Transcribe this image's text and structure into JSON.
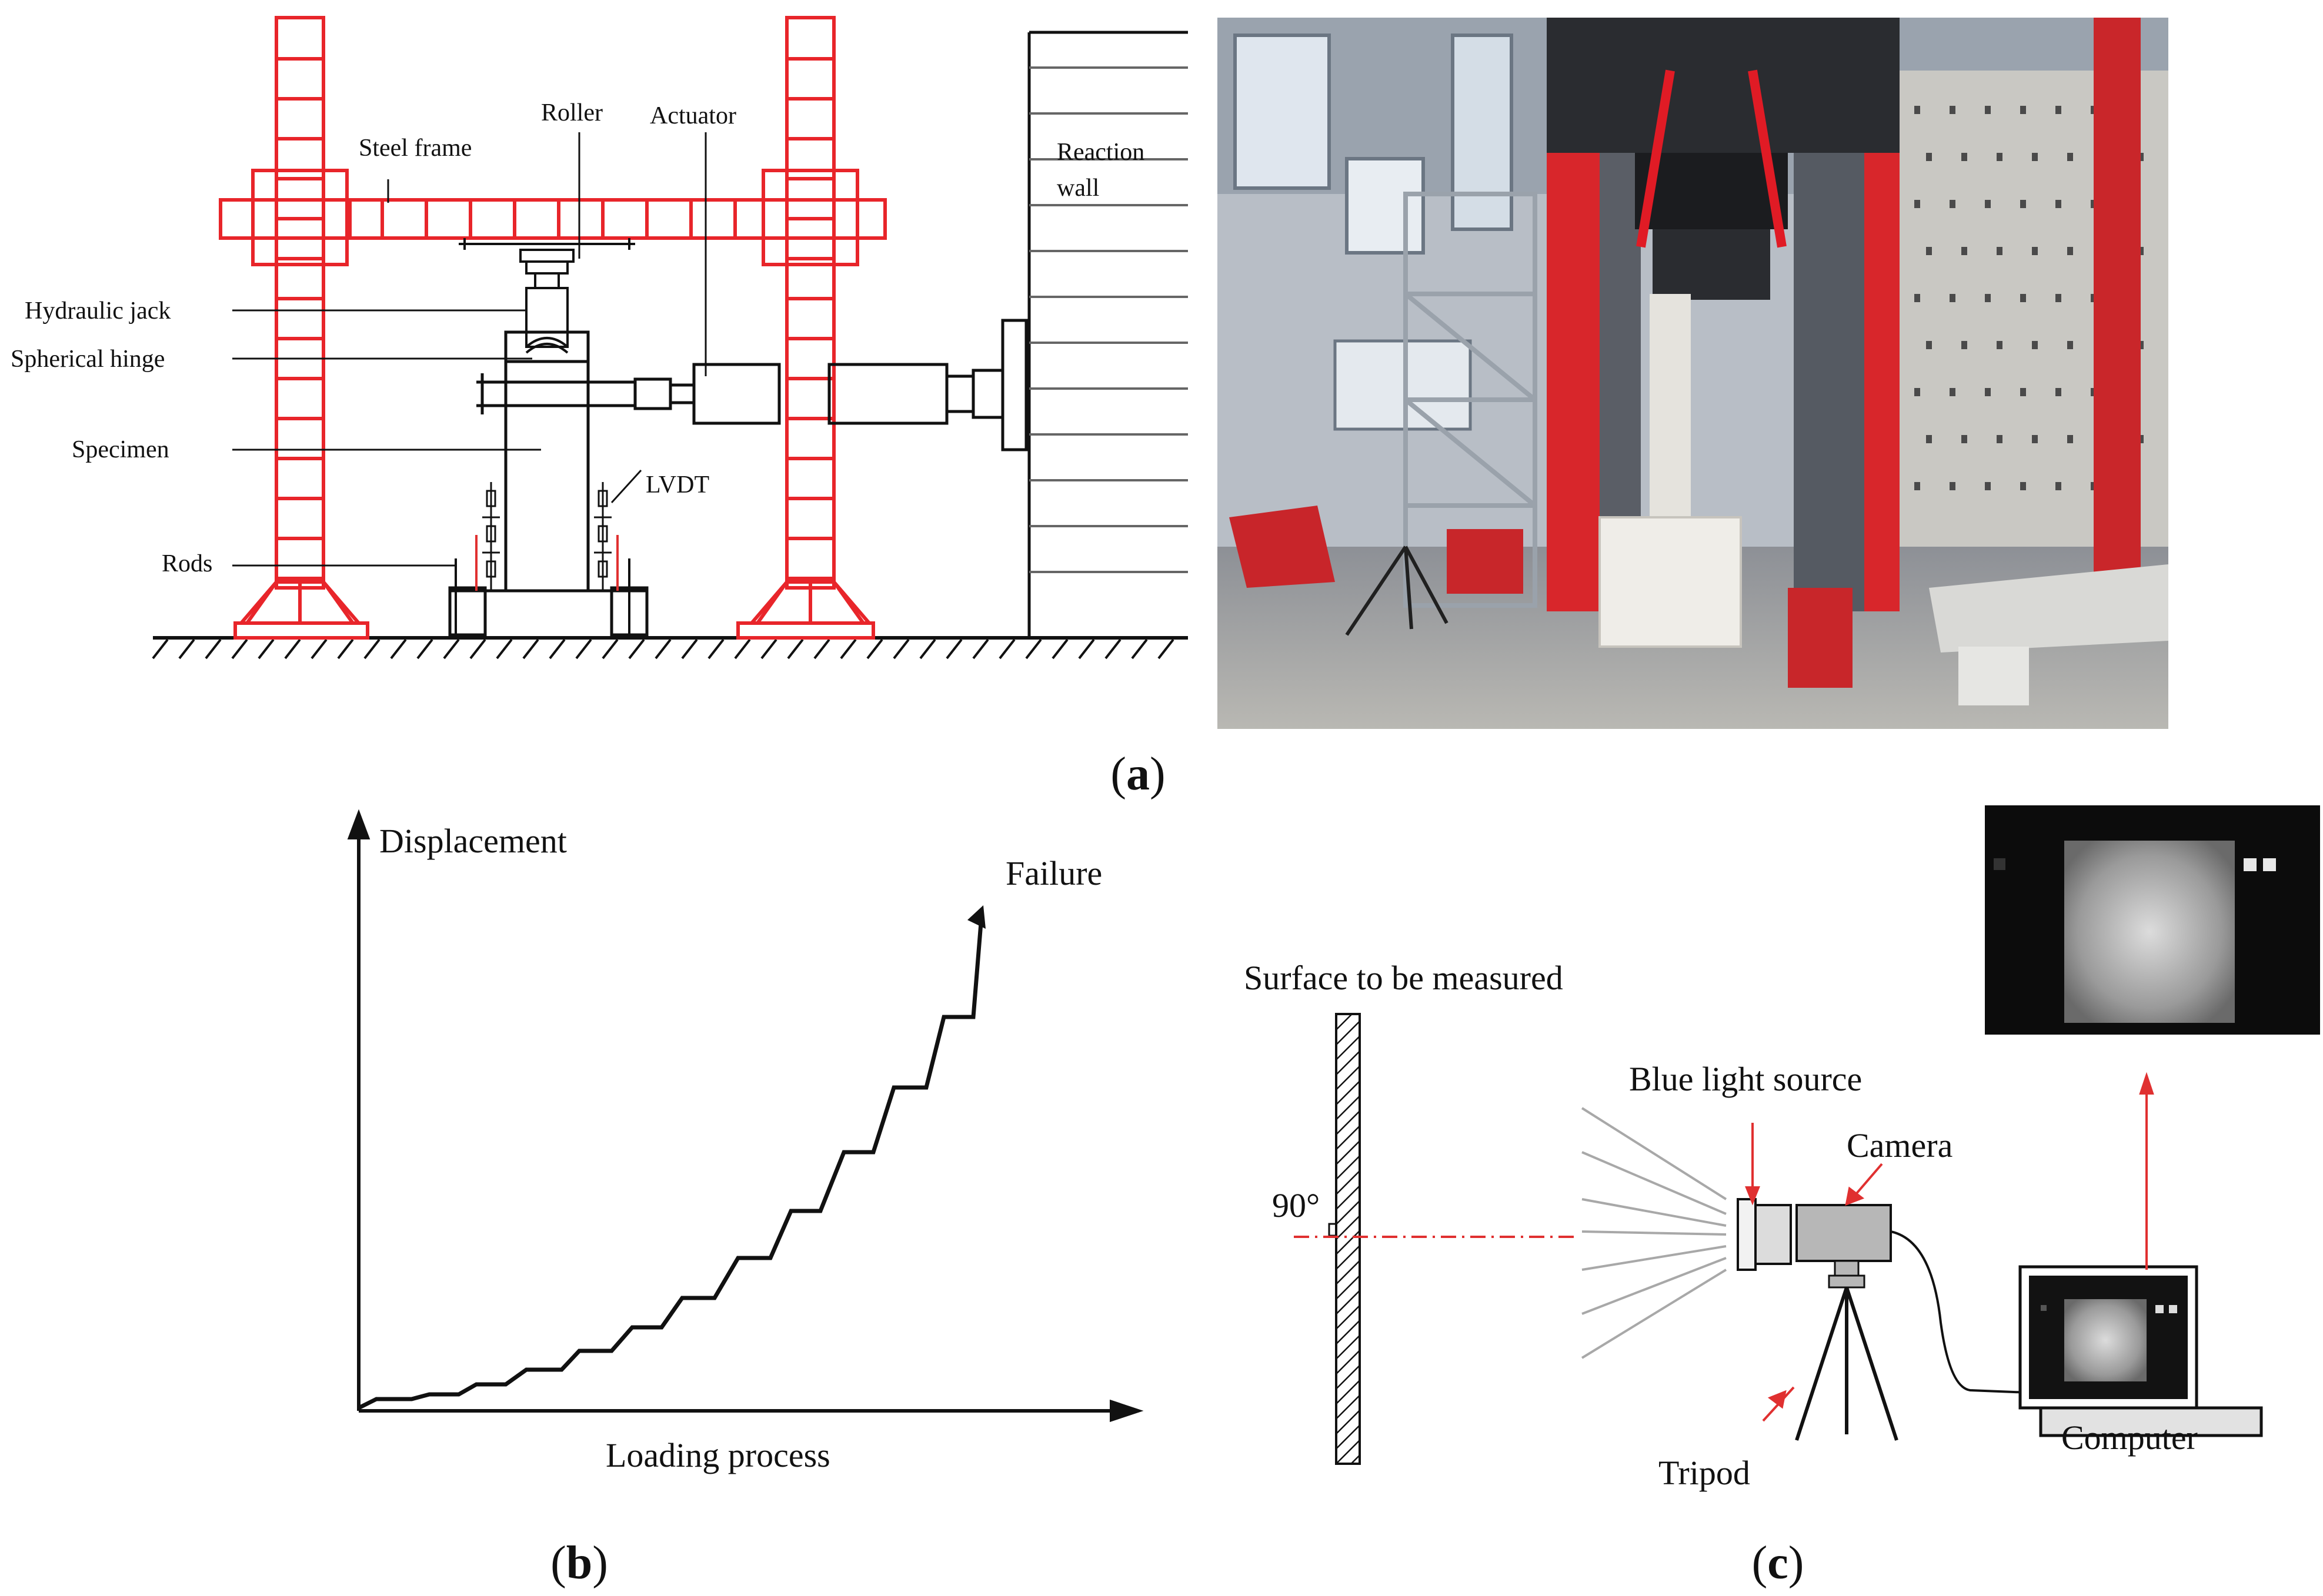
{
  "panel_a": {
    "label_open": "(",
    "label_letter": "a",
    "label_close": ")",
    "labels": {
      "steel_frame": "Steel frame",
      "roller": "Roller",
      "actuator": "Actuator",
      "reaction_wall_1": "Reaction",
      "reaction_wall_2": "wall",
      "hydraulic_jack": "Hydraulic jack",
      "spherical_hinge": "Spherical hinge",
      "specimen": "Specimen",
      "lvdt": "LVDT",
      "rods": "Rods"
    }
  },
  "panel_b": {
    "label_open": "(",
    "label_letter": "b",
    "label_close": ")",
    "ylabel": "Displacement",
    "xlabel": "Loading process",
    "failure": "Failure"
  },
  "panel_c": {
    "label_open": "(",
    "label_letter": "c",
    "label_close": ")",
    "surface": "Surface to be measured",
    "angle": "90°",
    "blue_light": "Blue light source",
    "camera": "Camera",
    "tripod": "Tripod",
    "computer": "Computer"
  },
  "colors": {
    "frame_red": "#e8252a",
    "annotation_red": "#e03030",
    "line": "#111111",
    "camera_gray": "#b7b7b7"
  }
}
